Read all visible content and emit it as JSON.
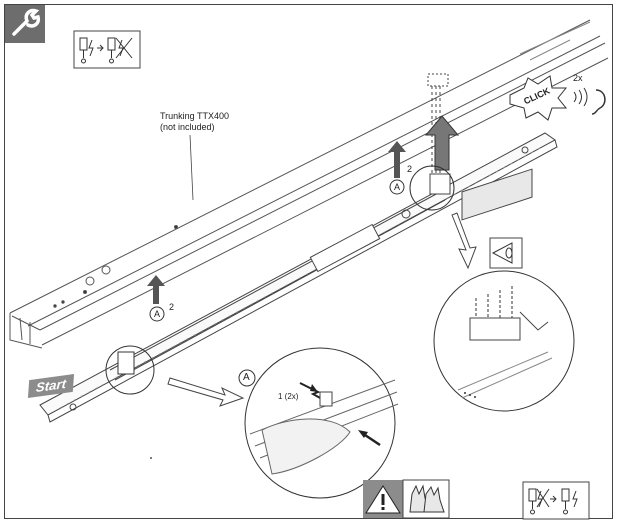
{
  "trunking": {
    "name": "Trunking TTX400",
    "note": "(not included)"
  },
  "callout_a_top": "A",
  "callout_a_left": "A",
  "callout_a_detail": "A",
  "step_num_top": "2",
  "step_num_left": "2",
  "click": {
    "word": "CLICK",
    "count": "2x"
  },
  "detail_count": "1 (2x)",
  "start_label": "Start",
  "icons": {
    "tool": "wrench-icon",
    "power_before": "power-off-isolate-icon",
    "power_after": "power-on-icon",
    "inspect": "eye-inspect-icon",
    "warning": "warning-triangle-icon",
    "gloves": "gloves-icon",
    "ear": "ear-icon"
  },
  "colors": {
    "outline": "#444444",
    "tool_bg": "#6d6d6d",
    "start_bg": "#8c8c8c",
    "arrow_fill": "#555555"
  }
}
